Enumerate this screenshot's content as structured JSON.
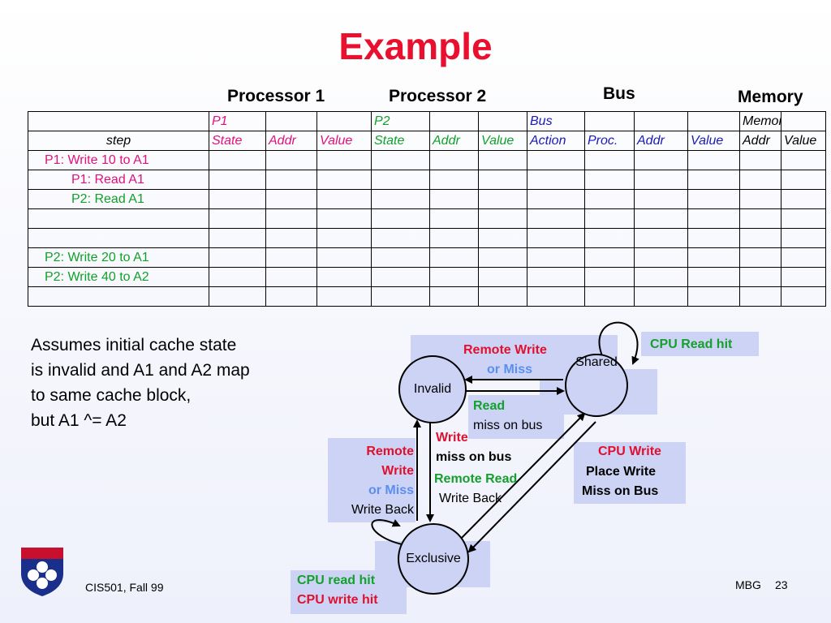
{
  "slide": {
    "title": "Example",
    "groups": {
      "p1": "Processor 1",
      "p2": "Processor 2",
      "bus": "Bus",
      "memory": "Memory"
    }
  },
  "table": {
    "header1": [
      "",
      "P1",
      "",
      "",
      "P2",
      "",
      "",
      "Bus",
      "",
      "",
      "",
      "Memory",
      ""
    ],
    "header2": [
      "step",
      "State",
      "Addr",
      "Value",
      "State",
      "Addr",
      "Value",
      "Action",
      "Proc.",
      "Addr",
      "Value",
      "Addr",
      "Value"
    ],
    "rows": [
      {
        "step": "P1: Write 10 to A1",
        "color": "pink",
        "indent": false
      },
      {
        "step": "P1: Read A1",
        "color": "pink",
        "indent": true
      },
      {
        "step": "P2: Read A1",
        "color": "green",
        "indent": true
      },
      {
        "step": "",
        "color": "black",
        "indent": false
      },
      {
        "step": "",
        "color": "black",
        "indent": false
      },
      {
        "step": "P2: Write 20 to A1",
        "color": "green",
        "indent": false
      },
      {
        "step": "P2: Write 40 to A2",
        "color": "green",
        "indent": false
      },
      {
        "step": "",
        "color": "black",
        "indent": false
      }
    ]
  },
  "notes": {
    "line1": "Assumes initial cache state",
    "line2": "is invalid and A1 and A2 map",
    "line3": "to same cache block,",
    "line4": "but A1 ^=  A2"
  },
  "diagram": {
    "states": {
      "invalid": "Invalid",
      "shared": "Shared",
      "exclusive": "Exclusive"
    },
    "labels": {
      "cpu_read_hit_shared": "CPU Read hit",
      "remote_write_top": "Remote Write",
      "or_miss_top": "or Miss",
      "read": "Read",
      "miss_on_bus_read": "miss on bus",
      "write": "Write",
      "miss_on_bus_write": "miss on bus",
      "remote_read": "Remote Read",
      "write_back_middle": "Write Back",
      "remote_left": "Remote",
      "write_left": "Write",
      "or_miss_left": "or Miss",
      "write_back_left": "Write Back",
      "cpu_write": "CPU Write",
      "place_write": "Place Write",
      "miss_on_bus_right": "Miss on Bus",
      "cpu_read_hit_excl": "CPU read hit",
      "cpu_write_hit_excl": "CPU write hit"
    }
  },
  "footer": {
    "course": "CIS501, Fall 99",
    "author": "MBG",
    "page": "23"
  }
}
